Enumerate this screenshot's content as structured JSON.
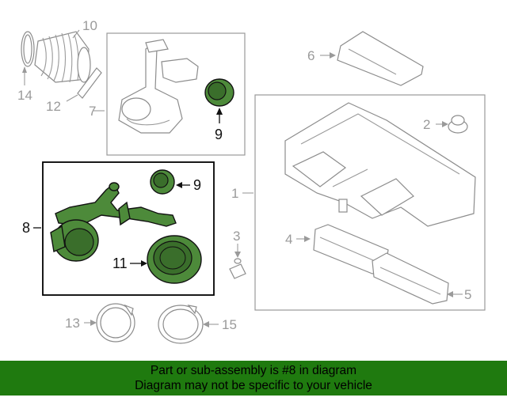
{
  "callouts": {
    "c1": "1",
    "c2": "2",
    "c3": "3",
    "c4": "4",
    "c5": "5",
    "c6": "6",
    "c7": "7",
    "c8": "8",
    "c9a": "9",
    "c9b": "9",
    "c10": "10",
    "c11": "11",
    "c12": "12",
    "c13": "13",
    "c14": "14",
    "c15": "15"
  },
  "banner": {
    "line1": "Part or sub-assembly is #8 in diagram",
    "line2": "Diagram may not be specific to your vehicle"
  },
  "colors": {
    "highlight_fill": "#4d8a3a",
    "banner_bg": "#1f7a0f"
  }
}
